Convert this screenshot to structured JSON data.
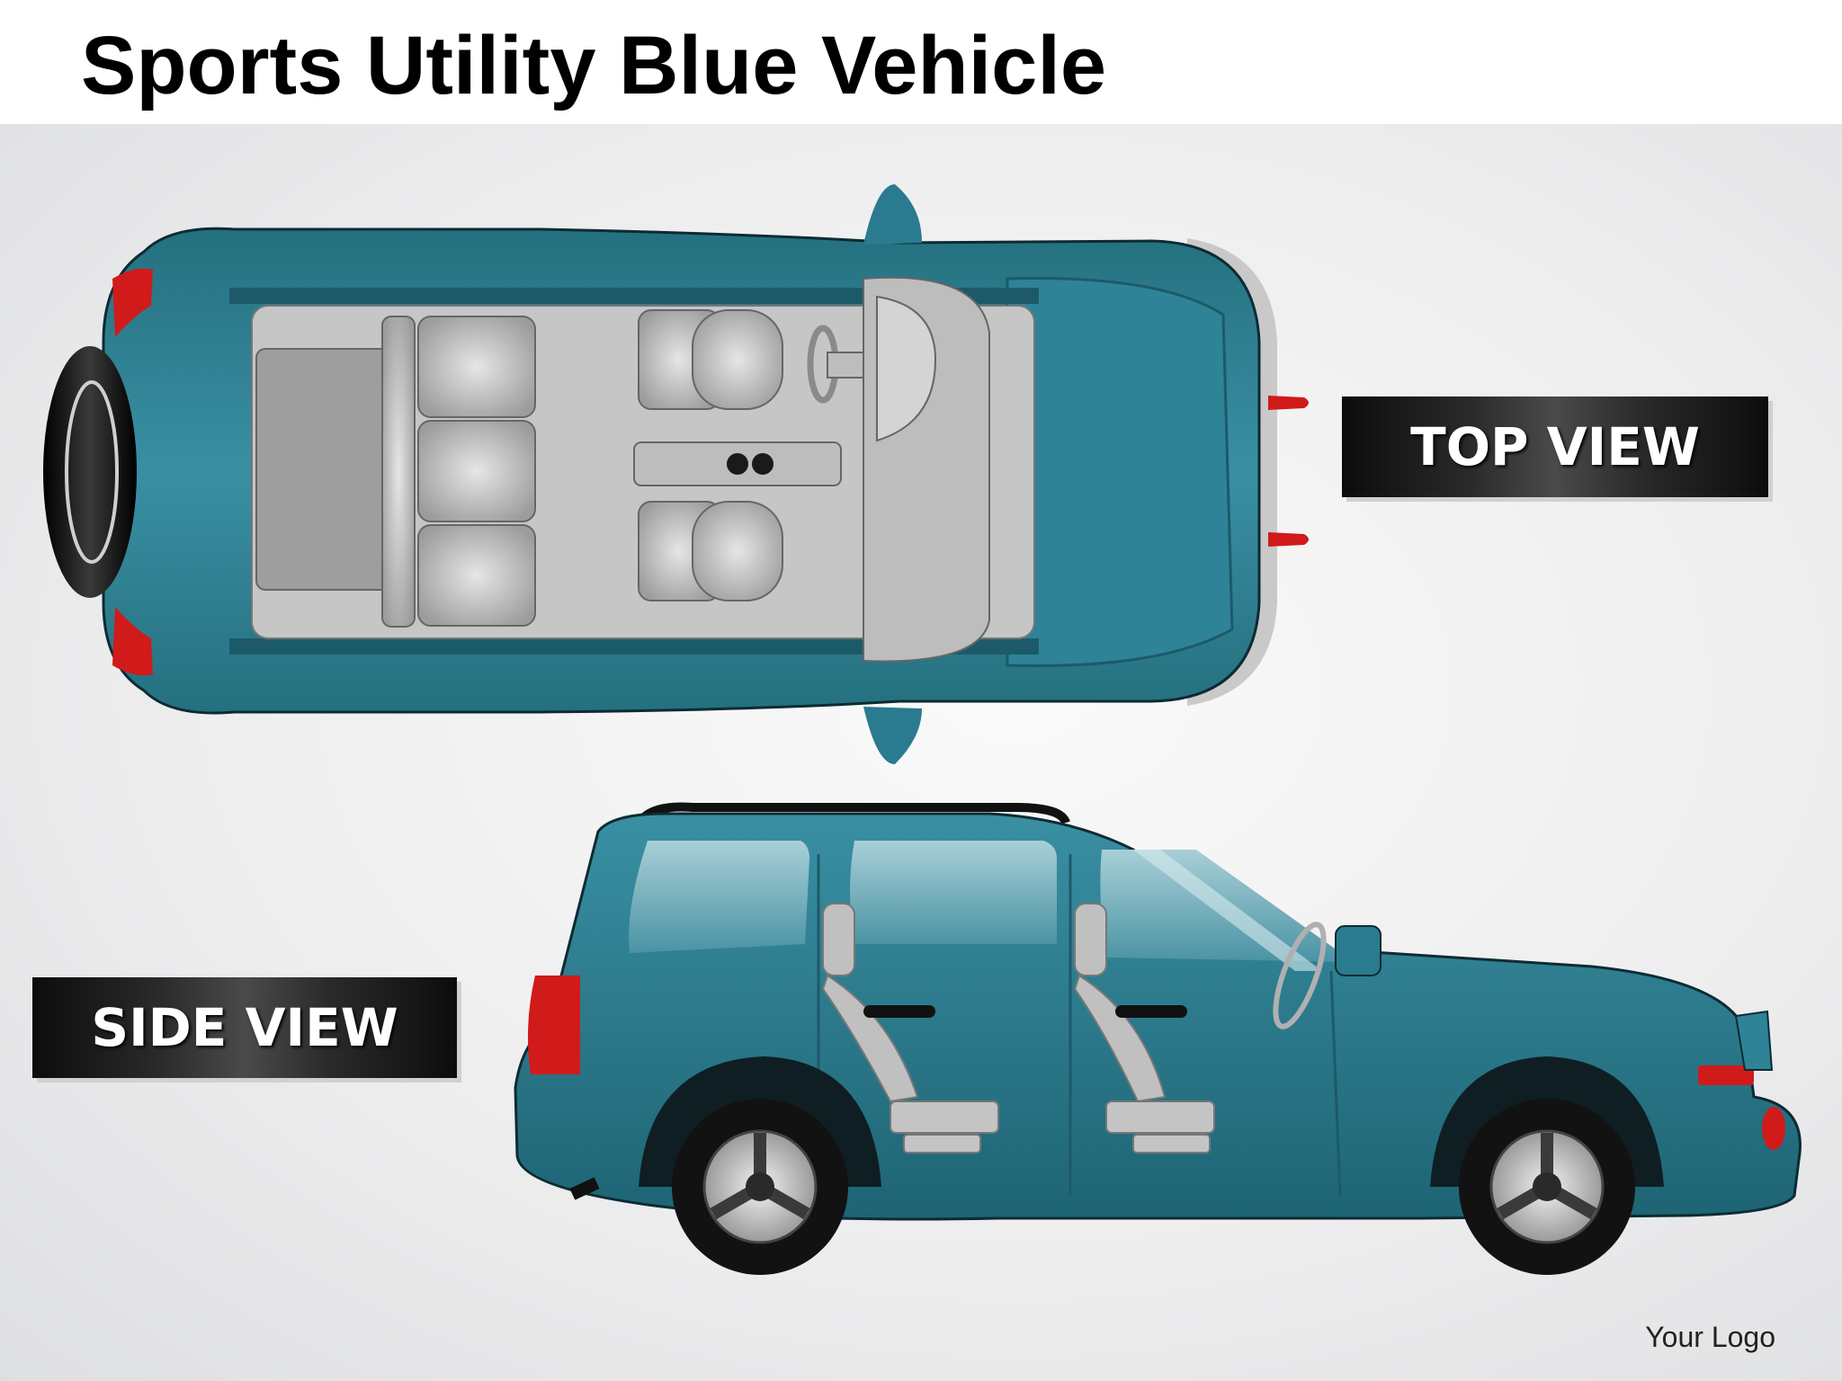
{
  "slide": {
    "title": "Sports Utility Blue Vehicle",
    "top_view_label": "TOP VIEW",
    "side_view_label": "SIDE VIEW",
    "logo_text": "Your Logo"
  },
  "colors": {
    "body": "#2a7b8f",
    "body_dark": "#1c5a6a",
    "body_light": "#3f95aa",
    "interior": "#b9b9b9",
    "tail_light": "#d11a1a",
    "tire": "#151515"
  }
}
